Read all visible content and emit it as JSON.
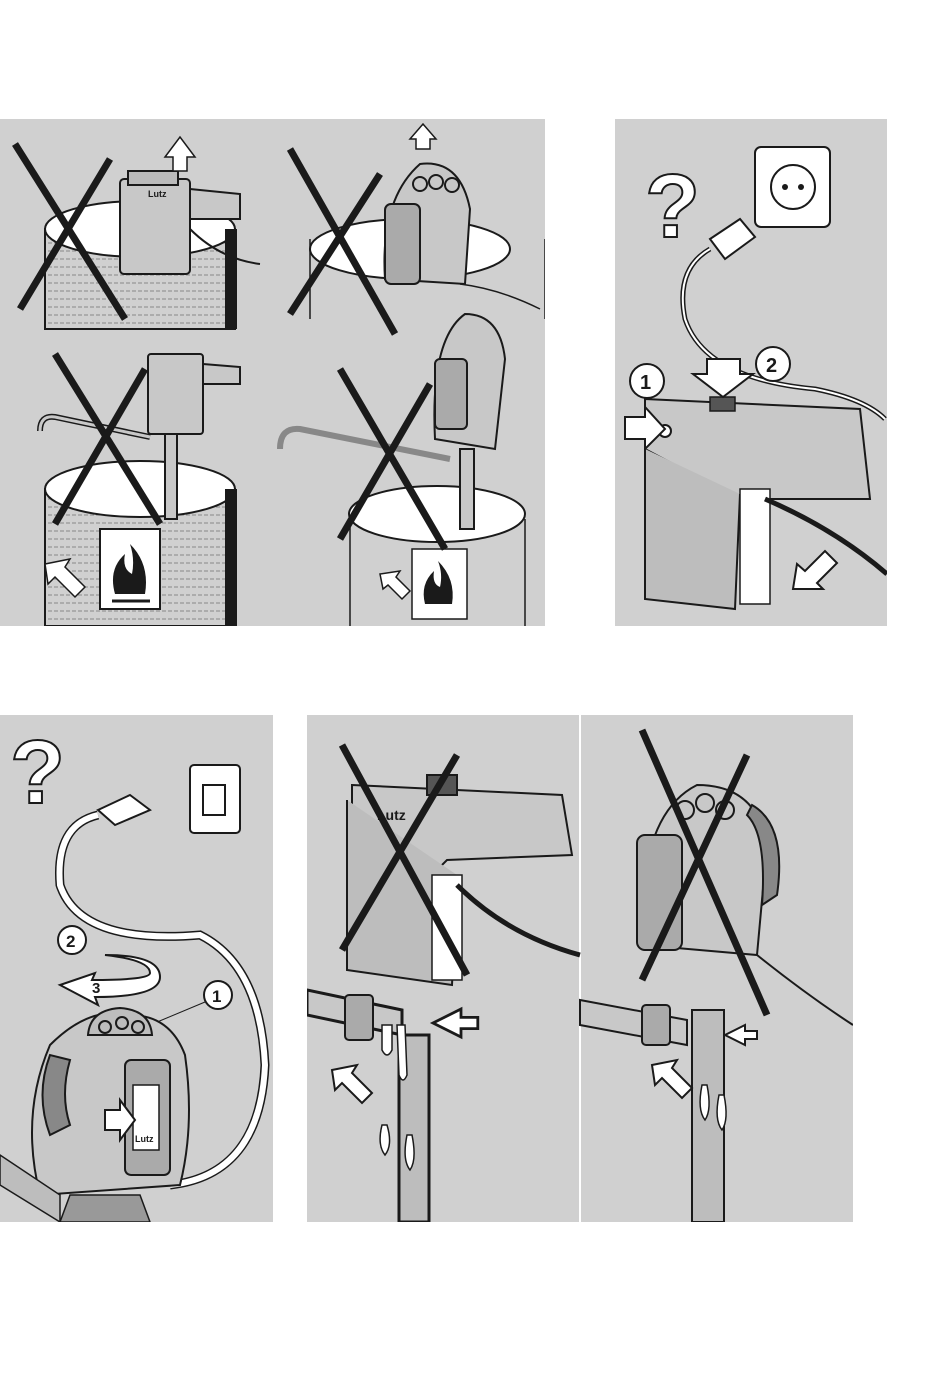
{
  "brand": "Lutz",
  "step_labels": {
    "one": "1",
    "two": "2",
    "three": "3"
  },
  "question_mark": "?",
  "colors": {
    "panel_bg": "#d0d0d0",
    "line": "#1a1a1a",
    "white": "#ffffff"
  }
}
